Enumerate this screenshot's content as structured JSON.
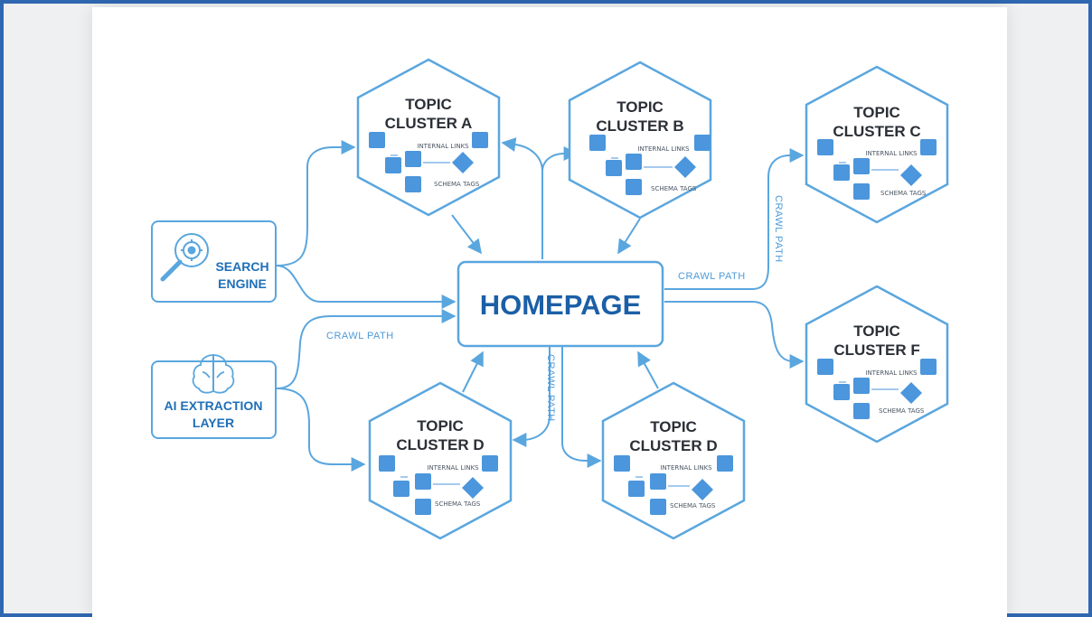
{
  "colors": {
    "accent": "#1b5fa6",
    "line": "#5aa6de",
    "square": "#4b96dc",
    "diamond": "#3b82d0"
  },
  "homepage": {
    "label": "HOMEPAGE"
  },
  "sources": [
    {
      "line1": "SEARCH",
      "line2": "ENGINE",
      "icon": "magnifier-gear-icon"
    },
    {
      "line1": "AI EXTRACTION",
      "line2": "LAYER",
      "icon": "brain-icon"
    }
  ],
  "clusters": [
    {
      "line1": "TOPIC",
      "line2": "CLUSTER A",
      "links": "INTERNAL LINKS",
      "schema": "SCHEMA TAGS"
    },
    {
      "line1": "TOPIC",
      "line2": "CLUSTER B",
      "links": "INTERNAL LINKS",
      "schema": "SCHEMA TAGS"
    },
    {
      "line1": "TOPIC",
      "line2": "CLUSTER C",
      "links": "INTERNAL LINKS",
      "schema": "SCHEMA TAGS"
    },
    {
      "line1": "TOPIC",
      "line2": "CLUSTER F",
      "links": "INTERNAL LINKS",
      "schema": "SCHEMA TAGS"
    },
    {
      "line1": "TOPIC",
      "line2": "CLUSTER D",
      "links": "INTERNAL LINKS",
      "schema": "SCHEMA TAGS"
    },
    {
      "line1": "TOPIC",
      "line2": "CLUSTER D",
      "links": "INTERNAL LINKS",
      "schema": "SCHEMA TAGS"
    }
  ],
  "crawl_labels": [
    "CRAWL PATH",
    "CRAWL PATH",
    "CRAWL PATH",
    "CRAWL PATH"
  ]
}
